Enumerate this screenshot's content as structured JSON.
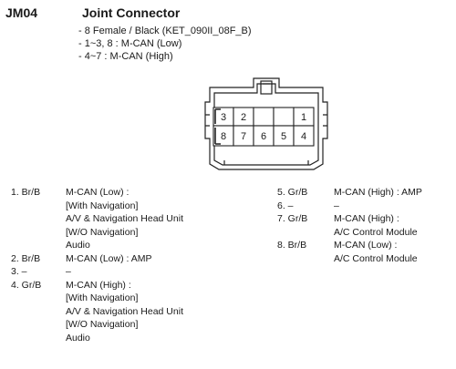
{
  "header": {
    "code": "JM04",
    "title": "Joint Connector"
  },
  "specs": [
    "- 8 Female / Black (KET_090II_08F_B)",
    "- 1~3, 8 : M-CAN (Low)",
    "- 4~7 : M-CAN (High)"
  ],
  "connector": {
    "top_row": [
      "3",
      "2",
      "",
      "",
      "1"
    ],
    "bottom_row": [
      "8",
      "7",
      "6",
      "5",
      "4"
    ]
  },
  "pins_left": [
    {
      "label": "1. Br/B",
      "lines": [
        "M-CAN (Low) :",
        "[With Navigation]",
        "A/V & Navigation Head Unit",
        "[W/O Navigation]",
        "Audio"
      ]
    },
    {
      "label": "2. Br/B",
      "lines": [
        "M-CAN (Low) : AMP"
      ]
    },
    {
      "label": "3. –",
      "lines": [
        "–"
      ]
    },
    {
      "label": "4. Gr/B",
      "lines": [
        "M-CAN (High) :",
        "[With Navigation]",
        "A/V & Navigation Head Unit",
        "[W/O Navigation]",
        "Audio"
      ]
    }
  ],
  "pins_right": [
    {
      "label": "5. Gr/B",
      "lines": [
        "M-CAN (High) : AMP"
      ]
    },
    {
      "label": "6. –",
      "lines": [
        "–"
      ]
    },
    {
      "label": "7. Gr/B",
      "lines": [
        "M-CAN (High) :",
        "A/C Control Module"
      ]
    },
    {
      "label": "8. Br/B",
      "lines": [
        "M-CAN (Low) :",
        "A/C Control Module"
      ]
    }
  ]
}
